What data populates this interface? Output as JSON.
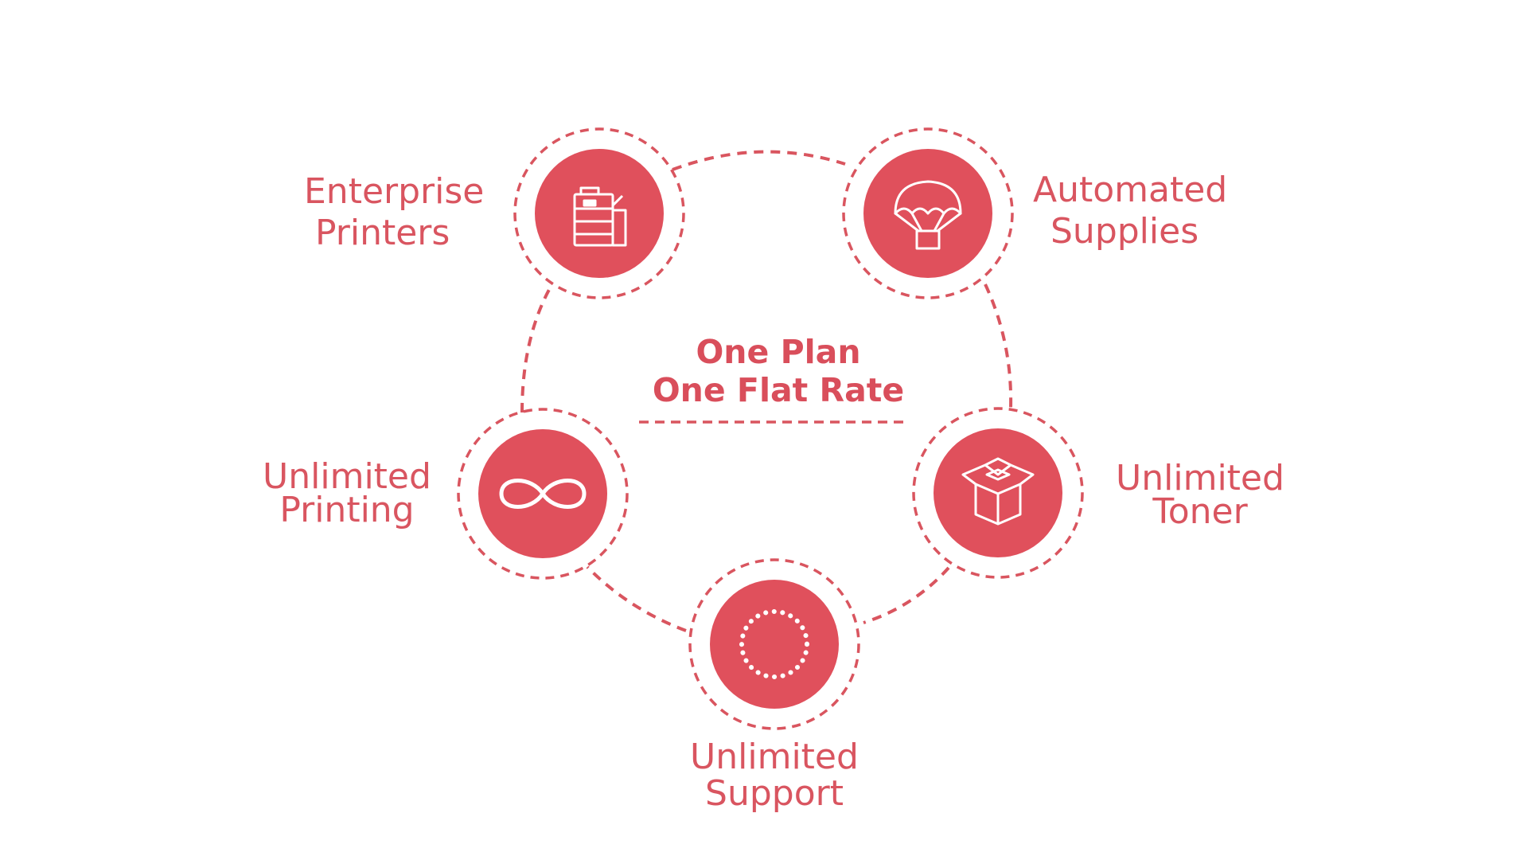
{
  "colors": {
    "accent": "#e0505c",
    "text": "#d95560",
    "dash": "#d9555f",
    "icon": "#ffffff",
    "background": "#ffffff"
  },
  "center": {
    "line1": "One Plan",
    "line2": "One Flat Rate"
  },
  "nodes": [
    {
      "id": "enterprise-printers",
      "line1": "Enterprise",
      "line2": "Printers",
      "icon": "printer-icon"
    },
    {
      "id": "automated-supplies",
      "line1": "Automated",
      "line2": "Supplies",
      "icon": "parachute-icon"
    },
    {
      "id": "unlimited-toner",
      "line1": "Unlimited",
      "line2": "Toner",
      "icon": "open-box-icon"
    },
    {
      "id": "unlimited-support",
      "line1": "Unlimited",
      "line2": "Support",
      "icon": "dotted-circle-icon"
    },
    {
      "id": "unlimited-printing",
      "line1": "Unlimited",
      "line2": "Printing",
      "icon": "infinity-icon"
    }
  ]
}
